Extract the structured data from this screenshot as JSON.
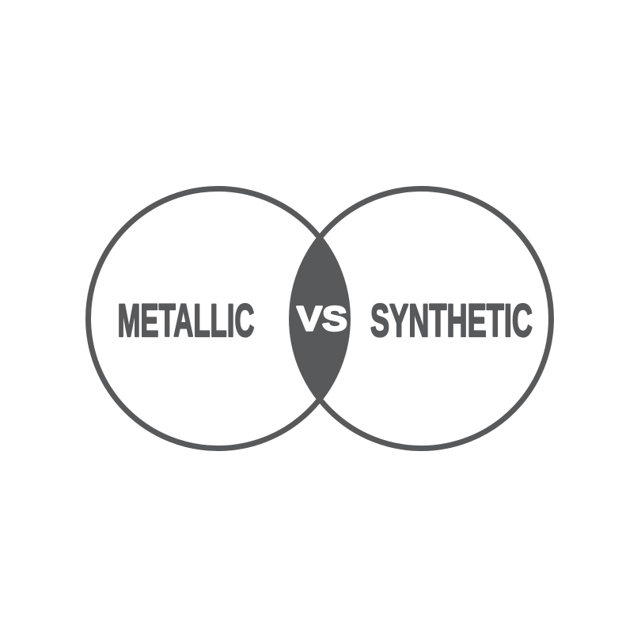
{
  "diagram": {
    "type": "venn",
    "left_label": "METALLIC",
    "center_label": "VS",
    "right_label": "SYNTHETIC",
    "colors": {
      "primary": "#58595b",
      "background": "#ffffff",
      "vs_text": "#ffffff"
    }
  }
}
